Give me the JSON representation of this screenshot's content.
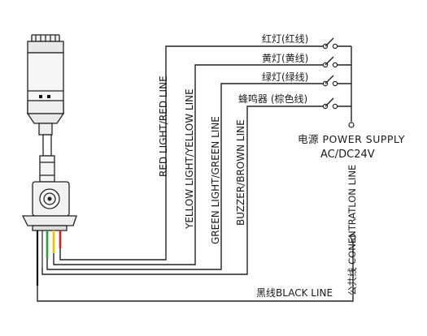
{
  "labels": {
    "red_ch": "红灯(红线)",
    "yellow_ch": "黄灯(黄线)",
    "green_ch": "绿灯(绿线)",
    "buzzer_ch": "蜂鸣器 (棕色线)",
    "red_line": "RED LIGHT/RED LINE",
    "yellow_line": "YELLOW LIGHT/YELLOW LINE",
    "green_line": "GREEN LIGHT/GREEN LINE",
    "buzzer_line": "BUZZER/BROWN LINE",
    "power": "电源 POWER SUPPLY",
    "voltage": "AC/DC24V",
    "common": "公共线 CONENTRATLON LINE",
    "black": "黑线BLACK LINE"
  },
  "colors": {
    "red_wire": "#e02020",
    "yellow_wire": "#f2c200",
    "green_wire": "#2e9e3a",
    "black_wire": "#111111",
    "line": "#222222",
    "housing": "#f4f4f4"
  }
}
